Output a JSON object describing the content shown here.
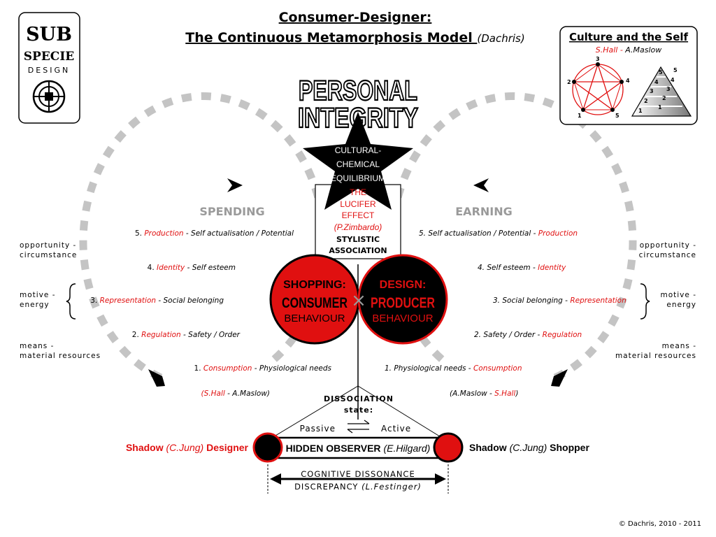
{
  "logo": {
    "line1": "SUB",
    "line2": "SPECIE",
    "line3": "DESIGN"
  },
  "title": {
    "line1": "Consumer-Designer:",
    "line2": "The Continuous Metamorphosis Model ",
    "author": "(Dachris)"
  },
  "culture_box": {
    "title": "Culture and the Self",
    "names": {
      "a": "S.Hall",
      "sep": " - ",
      "b": "A.Maslow"
    },
    "star_nums": [
      "1",
      "2",
      "3",
      "4",
      "5"
    ],
    "pyr_outer": [
      "1",
      "2",
      "3",
      "4",
      "5"
    ],
    "pyr_inner": [
      "1",
      "2",
      "3",
      "4",
      "5"
    ]
  },
  "integrity": {
    "line1": "PERSONAL",
    "line2": "INTEGRITY"
  },
  "star_text": {
    "l1": "CULTURAL-",
    "l2": "CHEMICAL",
    "l3": "EQUILIBRIUM"
  },
  "lucifer": {
    "l1": "THE",
    "l2": "LUCIFER",
    "l3": "EFFECT",
    "l4": "(P.Zimbardo)",
    "l5": "STYLISTIC",
    "l6": "ASSOCIATION"
  },
  "loop_labels": {
    "spending": "SPENDING",
    "earning": "EARNING"
  },
  "left_needs": [
    {
      "num": "5. ",
      "red": "Production",
      "rest": " - Self actualisation / Potential"
    },
    {
      "num": "4. ",
      "red": "Identity",
      "rest": " - Self esteem"
    },
    {
      "num": "3. ",
      "red": "Representation",
      "rest": " - Social belonging"
    },
    {
      "num": "2. ",
      "red": "Regulation",
      "rest": " - Safety / Order"
    },
    {
      "num": "1. ",
      "red": "Consumption",
      "rest": " - Physiological needs"
    }
  ],
  "right_needs": [
    {
      "pre": "5. Self actualisation / Potential - ",
      "red": "Production"
    },
    {
      "pre": "4. Self esteem - ",
      "red": "Identity"
    },
    {
      "pre": "3. Social belonging - ",
      "red": "Representation"
    },
    {
      "pre": "2. Safety / Order - ",
      "red": "Regulation"
    },
    {
      "pre": "1. Physiological needs - ",
      "red": "Consumption"
    }
  ],
  "side_labels": {
    "opportunity_1": "opportunity -",
    "opportunity_2": "circumstance",
    "motive_1": "motive -",
    "motive_2": "energy",
    "means_1": "means -",
    "means_2": "material resources"
  },
  "circles": {
    "left": {
      "l1": "SHOPPING:",
      "l2": "CONSUMER",
      "l3": "BEHAVIOUR"
    },
    "right": {
      "l1": "DESIGN:",
      "l2": "PRODUCER",
      "l3": "BEHAVIOUR"
    },
    "cross": "×"
  },
  "attributions": {
    "left": {
      "open": "(",
      "red": "S.Hall",
      "rest": " - A.Maslow)"
    },
    "right": {
      "open": "(A.Maslow - ",
      "red": "S.Hall",
      "close": ")"
    }
  },
  "dissociation": {
    "l1": "DISSOCIATION",
    "l2": "state:"
  },
  "passive_active": {
    "passive": "Passive",
    "active": "Active"
  },
  "hidden_observer": {
    "main": "HIDDEN OBSERVER ",
    "cite": "(E.Hilgard)"
  },
  "shadows": {
    "left": {
      "a": "Shadow ",
      "b": "(C.Jung)",
      "c": " Designer"
    },
    "right": {
      "a": "Shadow ",
      "b": "(C.Jung)",
      "c": " Shopper"
    }
  },
  "dissonance": {
    "l1": "COGNITIVE DISSONANCE",
    "l2a": "DISCREPANCY ",
    "l2b": "(L.Festinger)"
  },
  "copyright": "© Dachris, 2010 - 2011",
  "colors": {
    "red": "#e01010",
    "black": "#000000",
    "grey": "#c4c4c4"
  }
}
